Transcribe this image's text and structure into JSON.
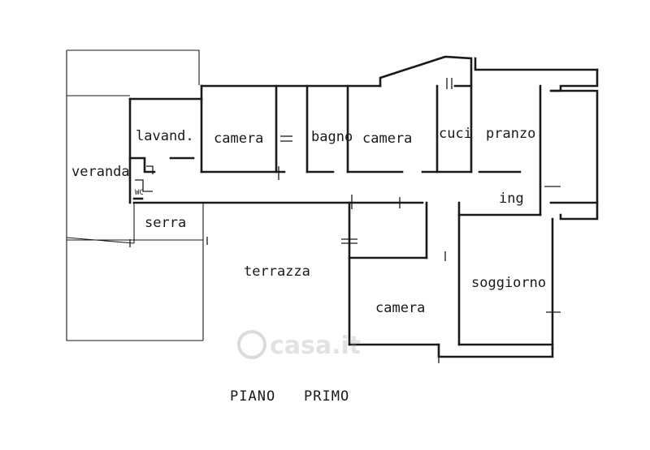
{
  "rooms": {
    "lavanderia": "lavand.",
    "camera_1": "camera",
    "bagno": "bagno",
    "camera_2": "camera",
    "cucina": "cuci",
    "pranzo": "pranzo",
    "veranda": "veranda",
    "wc": "WC",
    "ingresso": "ing",
    "serra": "serra",
    "terrazza": "terrazza",
    "soggiorno": "soggiorno",
    "camera_3": "camera"
  },
  "caption": {
    "floor": "PIANO",
    "level": "PRIMO"
  },
  "watermark": {
    "text": "casa.it"
  }
}
